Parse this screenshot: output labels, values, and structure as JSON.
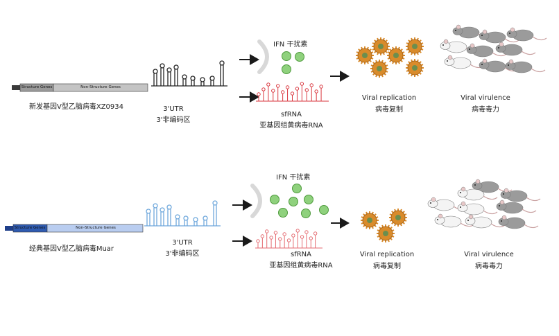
{
  "top": {
    "genome": {
      "structure_label": "Structure Genes",
      "nonstructure_label": "Non-Structure Genes",
      "virus_name": "新发基因V型乙脑病毒XZ0934",
      "bar_color": "#c4c4c4",
      "cap_color": "#3a3a3a"
    },
    "utr": {
      "line1": "3'UTR",
      "line2": "3'非编码区",
      "color": "#222222"
    },
    "ifn": {
      "label": "IFN 干扰素",
      "count": 3
    },
    "sfrna": {
      "line1": "sfRNA",
      "line2": "亚基因组黄病毒RNA",
      "color": "#d9363e"
    },
    "replication": {
      "line1": "Viral replication",
      "line2": "病毒复制",
      "virion_count": 6
    },
    "virulence": {
      "line1": "Viral virulence",
      "line2": "病毒毒力",
      "white_mice": 2,
      "gray_mice": 7
    }
  },
  "bottom": {
    "genome": {
      "structure_label": "Structure Genes",
      "nonstructure_label": "Non-Structure Genes",
      "virus_name": "经典基因V型乙脑病毒Muar",
      "bar_color": "#b9cdf0",
      "cap_color": "#1f3f8a"
    },
    "utr": {
      "line1": "3'UTR",
      "line2": "3'非编码区",
      "color": "#6fa8dc"
    },
    "ifn": {
      "label": "IFN 干扰素",
      "count": 7
    },
    "sfrna": {
      "line1": "sfRNA",
      "line2": "亚基因组黄病毒RNA",
      "color": "#e46a70"
    },
    "replication": {
      "line1": "Viral replication",
      "line2": "病毒复制",
      "virion_count": 3
    },
    "virulence": {
      "line1": "Viral virulence",
      "line2": "病毒毒力",
      "white_mice": 5,
      "gray_mice": 4
    }
  },
  "colors": {
    "ifn_fill": "#8fd17d",
    "ifn_stroke": "#4e9a3c",
    "virion_fill": "#d98b2b",
    "virion_core": "#6b8e4e",
    "arrow": "#1a1a1a"
  }
}
